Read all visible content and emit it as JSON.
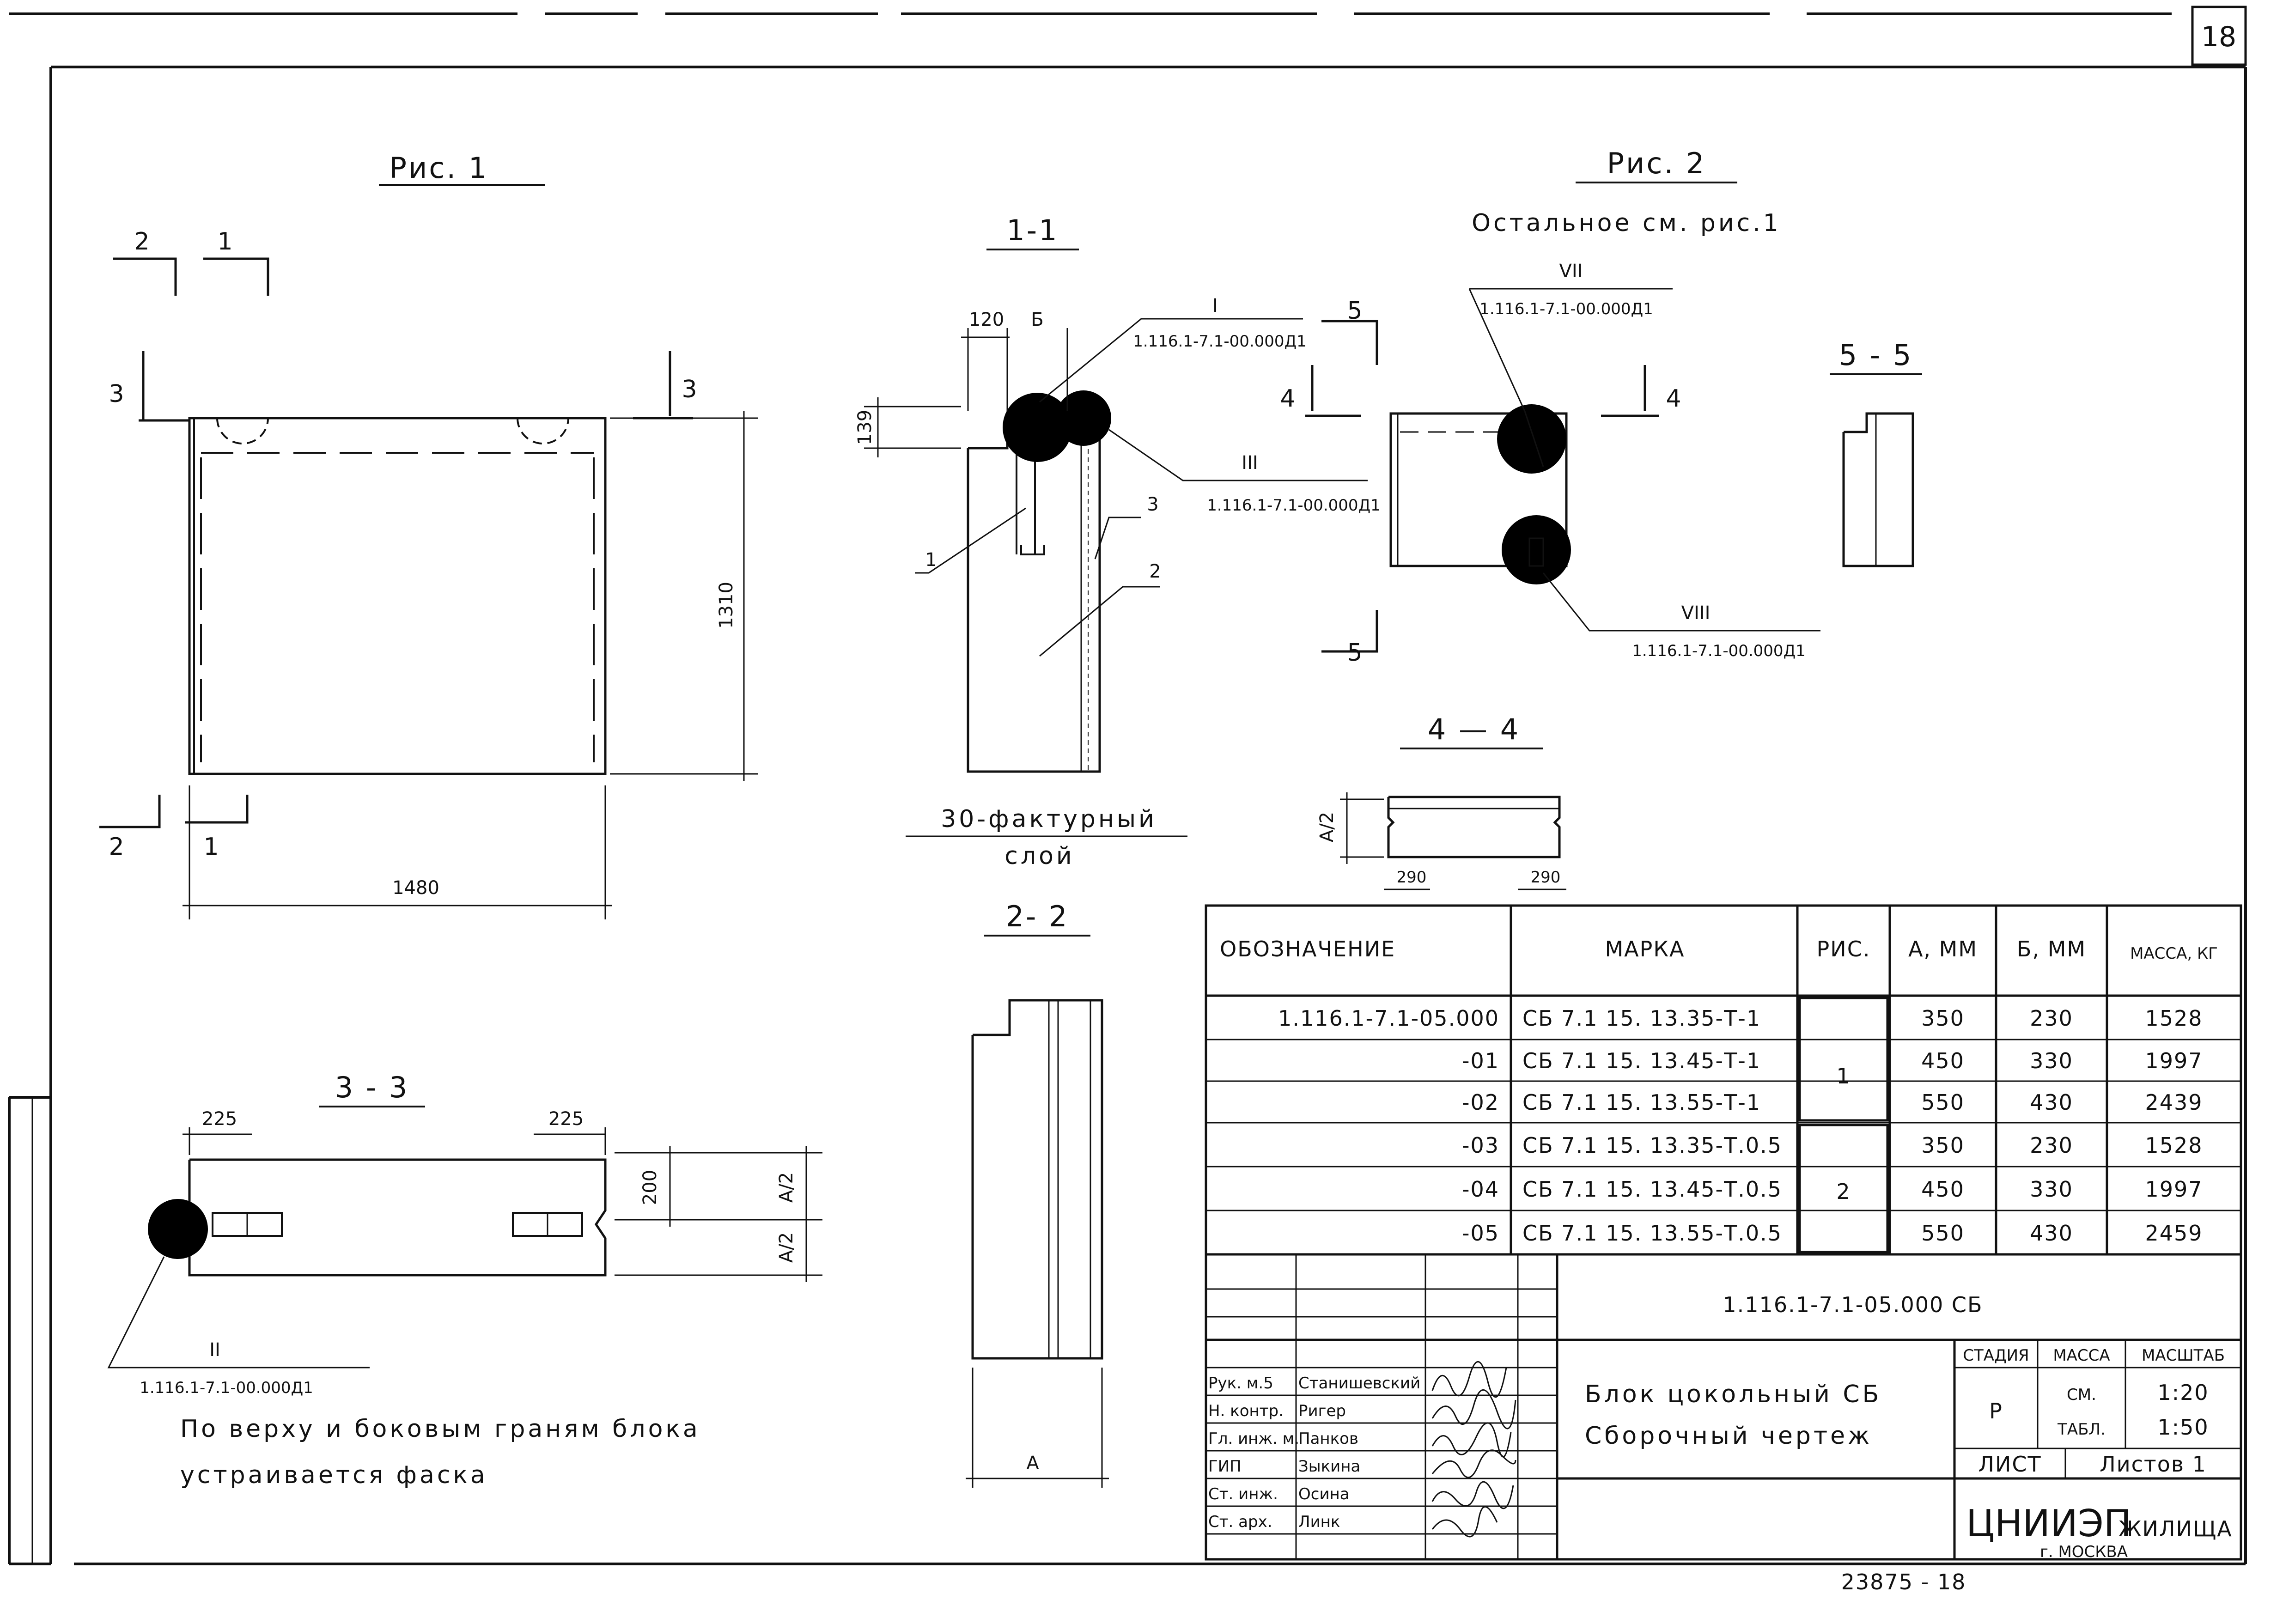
{
  "sheet_number": "18",
  "views": {
    "fig1_title": "Рис. 1",
    "fig2_title": "Рис. 2",
    "fig2_note": "Остальное см. рис.1",
    "sec_1_1": "1-1",
    "sec_2_2": "2- 2",
    "sec_3_3": "3 - 3",
    "sec_4_4": "4 — 4",
    "sec_5_5": "5 - 5"
  },
  "cut_markers": {
    "m1": "1",
    "m2": "2",
    "m3": "3",
    "m4": "4",
    "m5": "5"
  },
  "dimensions": {
    "width_1480": "1480",
    "height_1310": "1310",
    "d120": "120",
    "dB": "Б",
    "d139": "139",
    "d225": "225",
    "d200": "200",
    "dA2": "A/2",
    "d290": "290",
    "dA": "A"
  },
  "callouts": {
    "num_1": "1",
    "num_2": "2",
    "num_3": "3",
    "node_I": "I",
    "node_II": "II",
    "node_III": "III",
    "node_VII": "VII",
    "node_VIII": "VIII",
    "ref": "1.116.1-7.1-00.000Д1"
  },
  "notes": {
    "facade_layer_1": "30-фактурный",
    "facade_layer_2": "слой",
    "chamfer_1": "По верху и боковым граням блока",
    "chamfer_2": "устраивается фаска"
  },
  "spec_table": {
    "headers": [
      "ОБОЗНАЧЕНИЕ",
      "МАРКА",
      "РИС.",
      "А, ММ",
      "Б, ММ",
      "МАССА, КГ"
    ],
    "rows": [
      {
        "designation": "1.116.1-7.1-05.000",
        "mark": "СБ 7.1 15. 13.35-Т-1",
        "fig": "1",
        "a": "350",
        "b": "230",
        "mass": "1528"
      },
      {
        "designation": "-01",
        "mark": "СБ 7.1 15. 13.45-Т-1",
        "fig": "",
        "a": "450",
        "b": "330",
        "mass": "1997"
      },
      {
        "designation": "-02",
        "mark": "СБ 7.1 15. 13.55-Т-1",
        "fig": "",
        "a": "550",
        "b": "430",
        "mass": "2439"
      },
      {
        "designation": "-03",
        "mark": "СБ 7.1 15. 13.35-Т.0.5",
        "fig": "2",
        "a": "350",
        "b": "230",
        "mass": "1528"
      },
      {
        "designation": "-04",
        "mark": "СБ 7.1 15. 13.45-Т.0.5",
        "fig": "",
        "a": "450",
        "b": "330",
        "mass": "1997"
      },
      {
        "designation": "-05",
        "mark": "СБ 7.1 15. 13.55-Т.0.5",
        "fig": "",
        "a": "550",
        "b": "430",
        "mass": "2459"
      }
    ]
  },
  "title_block": {
    "doc_code": "1.116.1-7.1-05.000 СБ",
    "name_1": "Блок цокольный СБ",
    "name_2": "Сборочный чертеж",
    "stage_h": "СТАДИЯ",
    "mass_h": "МАССА",
    "scale_h": "МАСШТАБ",
    "stage": "Р",
    "mass_1": "СМ.",
    "mass_2": "ТАБЛ.",
    "scale_1": "1:20",
    "scale_2": "1:50",
    "sheet_h": "ЛИСТ",
    "sheets_h": "Листов 1",
    "org_1": "ЦНИИЭП",
    "org_2": "ЖИЛИЩА",
    "city": "г. МОСКВА",
    "signers": [
      {
        "role": "Рук. м.5",
        "name": "Станишевский"
      },
      {
        "role": "Н. контр.",
        "name": "Ригер"
      },
      {
        "role": "Гл. инж. м.",
        "name": "Панков"
      },
      {
        "role": "ГИП",
        "name": "Зыкина"
      },
      {
        "role": "Ст. инж.",
        "name": "Осина"
      },
      {
        "role": "Ст. арх.",
        "name": "Линк"
      }
    ]
  },
  "footer_number": "23875 - 18"
}
